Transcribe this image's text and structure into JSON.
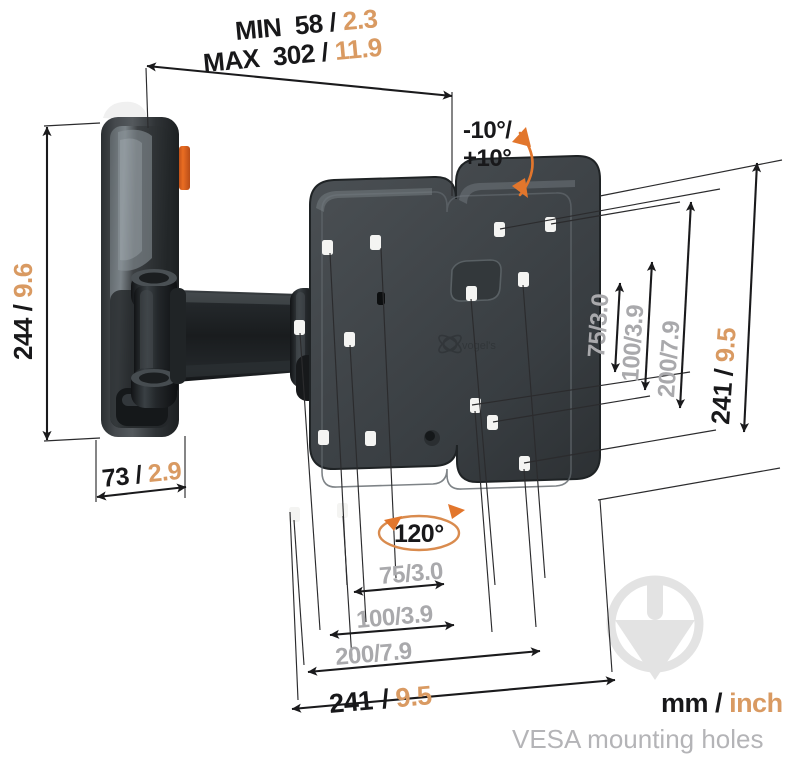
{
  "diagram": {
    "title": "TV wall mount dimension drawing",
    "units_legend": {
      "mm_label": "mm",
      "separator": "/",
      "inch_label": "inch"
    },
    "vesa_legend": "VESA mounting holes",
    "colors": {
      "mm_color": "#18181a",
      "inch_color": "#d99a62",
      "vesa_color": "#a9a9ac",
      "accent_orange": "#e2762c",
      "bracket_dark": "#3e4346",
      "arm_black": "#1c1e20",
      "background": "#ffffff",
      "watermark_gray": "#e2e2e2"
    },
    "dimensions": {
      "depth_min": {
        "prefix": "MIN",
        "mm": "58",
        "sep": "/",
        "inch": "2.3"
      },
      "depth_max": {
        "prefix": "MAX",
        "mm": "302",
        "sep": "/",
        "inch": "11.9"
      },
      "wallplate_height": {
        "mm": "244",
        "sep": "/",
        "inch": "9.6"
      },
      "wallplate_depth": {
        "mm": "73",
        "sep": "/",
        "inch": "2.9"
      },
      "plate_height_right": {
        "mm": "241",
        "sep": "/",
        "inch": "9.5"
      },
      "plate_width_bottom": {
        "mm": "241",
        "sep": "/",
        "inch": "9.5"
      }
    },
    "vesa_vertical": [
      {
        "mm": "75",
        "sep": "/",
        "inch": "3.0",
        "text": "75/3.0"
      },
      {
        "mm": "100",
        "sep": "/",
        "inch": "3.9",
        "text": "100/3.9"
      },
      {
        "mm": "200",
        "sep": "/",
        "inch": "7.9",
        "text": "200/7.9"
      }
    ],
    "vesa_horizontal": [
      {
        "mm": "75",
        "sep": "/",
        "inch": "3.0",
        "text": "75/3.0"
      },
      {
        "mm": "100",
        "sep": "/",
        "inch": "3.9",
        "text": "100/3.9"
      },
      {
        "mm": "200",
        "sep": "/",
        "inch": "7.9",
        "text": "200/7.9"
      }
    ],
    "motion": {
      "tilt": {
        "line1": "-10°/",
        "line2": "+10°"
      },
      "swivel": {
        "label": "120°"
      }
    },
    "watermark": {
      "name": "plumb-bob-logo-watermark"
    }
  }
}
